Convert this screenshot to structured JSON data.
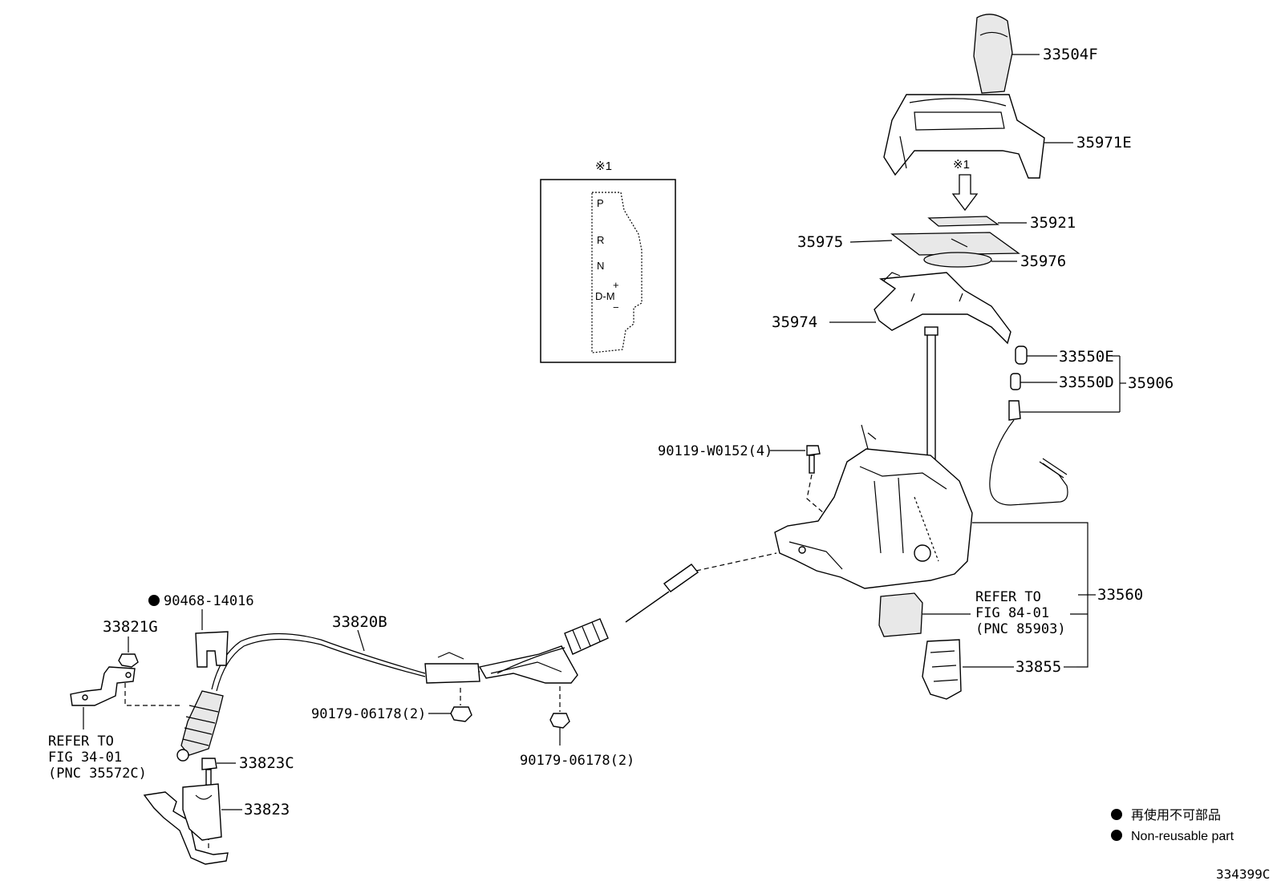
{
  "labels": {
    "p33504F": "33504F",
    "p35971E": "35971E",
    "p35921": "35921",
    "p35975": "35975",
    "p35976": "35976",
    "p35974": "35974",
    "p33550E": "33550E",
    "p33550D": "33550D",
    "p35906": "35906",
    "p90119": "90119-W0152(4)",
    "p33560": "33560",
    "p33855": "33855",
    "p33820B": "33820B",
    "p90468": "90468-14016",
    "p33821G": "33821G",
    "p33823C": "33823C",
    "p33823": "33823",
    "p90179a": "90179-06178(2)",
    "p90179b": "90179-06178(2)",
    "note_mark_top": "※1",
    "note_mark_arrow": "※1"
  },
  "refer_notes": {
    "fig84": [
      "REFER TO",
      "FIG 84-01",
      "(PNC 85903)"
    ],
    "fig34": [
      "REFER TO",
      "FIG 34-01",
      "(PNC 35572C)"
    ]
  },
  "gate": {
    "p": "P",
    "r": "R",
    "n": "N",
    "dm": "D-M",
    "plus": "+",
    "minus": "−"
  },
  "legend": {
    "jp": "再使用不可部品",
    "en": "Non-reusable part"
  },
  "diagram_id": "334399C"
}
